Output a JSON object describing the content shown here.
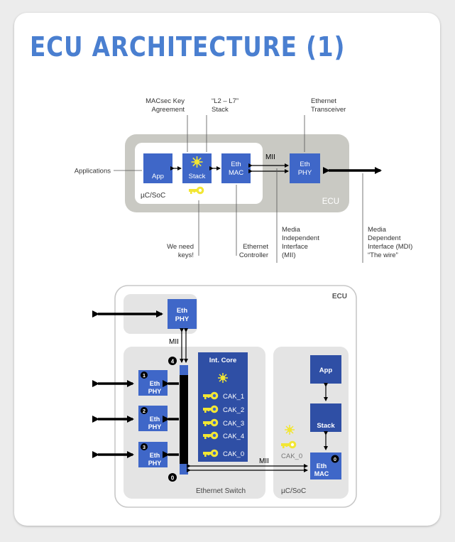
{
  "page": {
    "title": "ECU ARCHITECTURE (1)"
  },
  "top_diagram": {
    "app_label": "App",
    "stack_label": "Stack",
    "eth_mac_label": [
      "Eth",
      "MAC"
    ],
    "eth_phy_label": [
      "Eth",
      "PHY"
    ],
    "soc_label": "µC/SoC",
    "ecu_label": "ECU",
    "mii_label": "MII",
    "callout_applications": "Applications",
    "callout_mka": [
      "MACsec Key",
      "Agreement"
    ],
    "callout_stack": [
      "“L2 – L7”",
      "Stack"
    ],
    "callout_transceiver": [
      "Ethernet",
      "Transceiver"
    ],
    "callout_keys": [
      "We need",
      "keys!"
    ],
    "callout_controller": [
      "Ethernet",
      "Controller"
    ],
    "callout_mii": [
      "Media",
      "Independent",
      "Interface",
      "(MII)"
    ],
    "callout_mdi": [
      "Media",
      "Dependent",
      "Interface (MDI)",
      "“The wire”"
    ]
  },
  "bottom_diagram": {
    "ecu_label": "ECU",
    "top_phy_label": [
      "Eth",
      "PHY"
    ],
    "mii_top_label": "MII",
    "phys": [
      {
        "num": "1",
        "label": [
          "Eth",
          "PHY"
        ]
      },
      {
        "num": "2",
        "label": [
          "Eth",
          "PHY"
        ]
      },
      {
        "num": "3",
        "label": [
          "Eth",
          "PHY"
        ]
      }
    ],
    "port_4": "4",
    "port_0": "0",
    "int_core_title": "Int. Core",
    "caks": [
      "CAK_1",
      "CAK_2",
      "CAK_3",
      "CAK_4",
      "CAK_0"
    ],
    "switch_label": "Ethernet Switch",
    "mii_bottom_label": "MII",
    "app_label": "App",
    "stack_label": "Stack",
    "eth_mac_label": [
      "Eth",
      "MAC"
    ],
    "mac_port": "0",
    "soc_cak_label": "CAK_0",
    "soc_label": "µC/SoC"
  },
  "colors": {
    "title": "#4a7fd0",
    "block": "#3f67c8",
    "dark_block": "#2f4fa5",
    "key": "#f2e634",
    "gray_outer": "#c9c9c3",
    "gray_panel": "#e4e4e4"
  }
}
